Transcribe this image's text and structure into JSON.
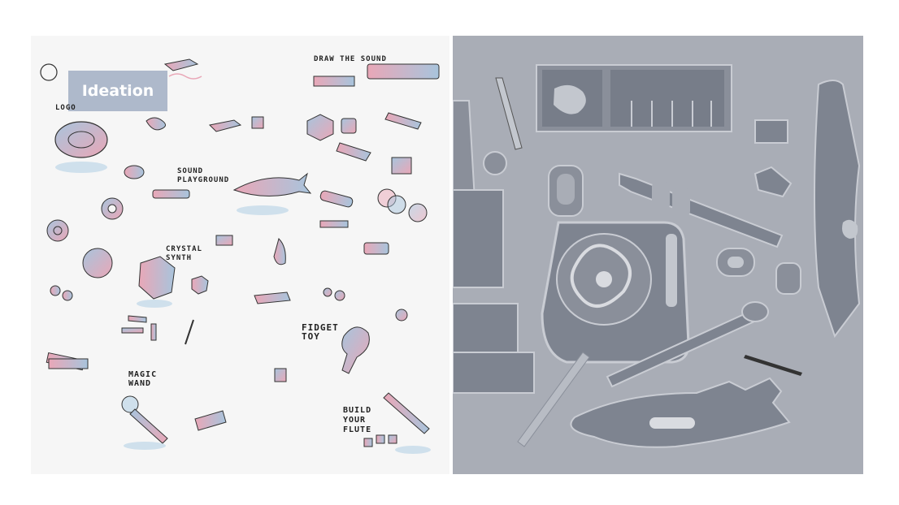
{
  "badge": {
    "label": "Ideation"
  },
  "sketch_labels": {
    "logo": "LOGO",
    "draw_the_sound": "DRAW THE SOUND",
    "sound_playground": "SOUND PLAYGROUND",
    "crystal_synth": "CRYSTAL SYNTH",
    "fidget_toy": "FIDGET TOY",
    "magic_wand": "MAGIC WAND",
    "build_your_flute": "BUILD YOUR FLUTE"
  },
  "colors": {
    "sketch_pink": "#e7a9b8",
    "sketch_blue": "#a9c6dc",
    "board_bg": "#a9adb6",
    "badge": "#aeb9cb"
  }
}
